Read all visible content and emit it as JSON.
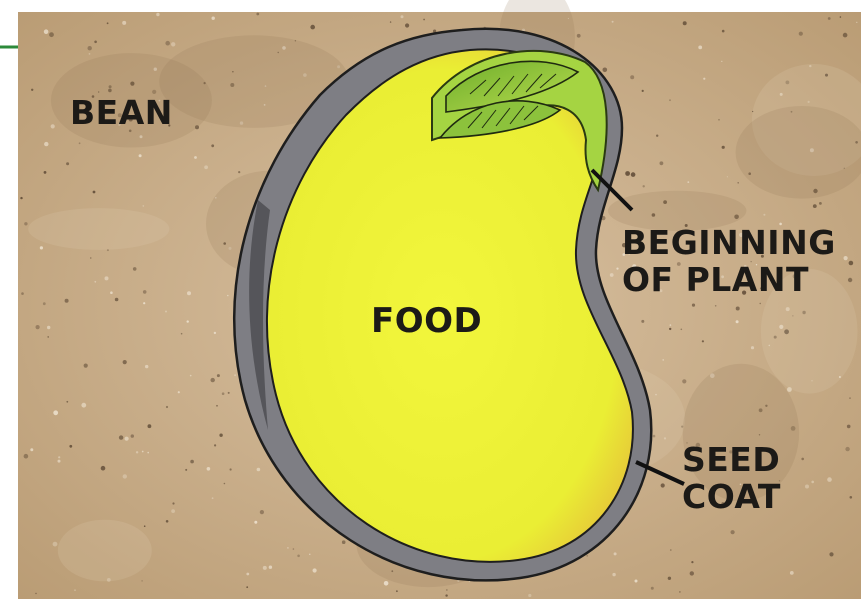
{
  "labels": {
    "bean": "BEAN",
    "food": "FOOD",
    "beginning_of_plant": [
      "BEGINNING",
      "OF PLANT"
    ],
    "seed_coat": [
      "SEED",
      "COAT"
    ]
  },
  "colors": {
    "background": "#c9ad88",
    "food": "#eef23a",
    "seed_coat": "#7d7d82",
    "seedling": "#9ccd3c",
    "text": "#1c1a17"
  }
}
